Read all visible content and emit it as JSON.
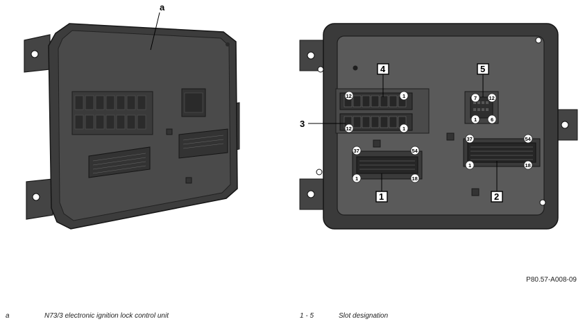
{
  "figure": {
    "callout_a": "a",
    "slot_labels": {
      "s1": "1",
      "s2": "2",
      "s3": "3",
      "s4": "4",
      "s5": "5"
    },
    "pin_numbers": {
      "s4_left": "12",
      "s4_right": "1",
      "s3_left": "12",
      "s3_right": "1",
      "s5_tl": "7",
      "s5_tr": "12",
      "s5_bl": "1",
      "s5_br": "6",
      "s1_tl": "37",
      "s1_tr": "54",
      "s1_bl": "1",
      "s1_br": "18",
      "s2_tl": "37",
      "s2_tr": "54",
      "s2_bl": "1",
      "s2_br": "18"
    },
    "reference_code": "P80.57-A008-09"
  },
  "legend": [
    {
      "key": "a",
      "text": "N73/3 electronic ignition lock control unit"
    },
    {
      "key": "1 - 5",
      "text": "Slot designation"
    }
  ],
  "colors": {
    "housing_dark": "#3a3a3a",
    "housing_mid": "#4a4a4a",
    "back_panel": "#5a5a5a",
    "outline": "#1a1a1a"
  }
}
